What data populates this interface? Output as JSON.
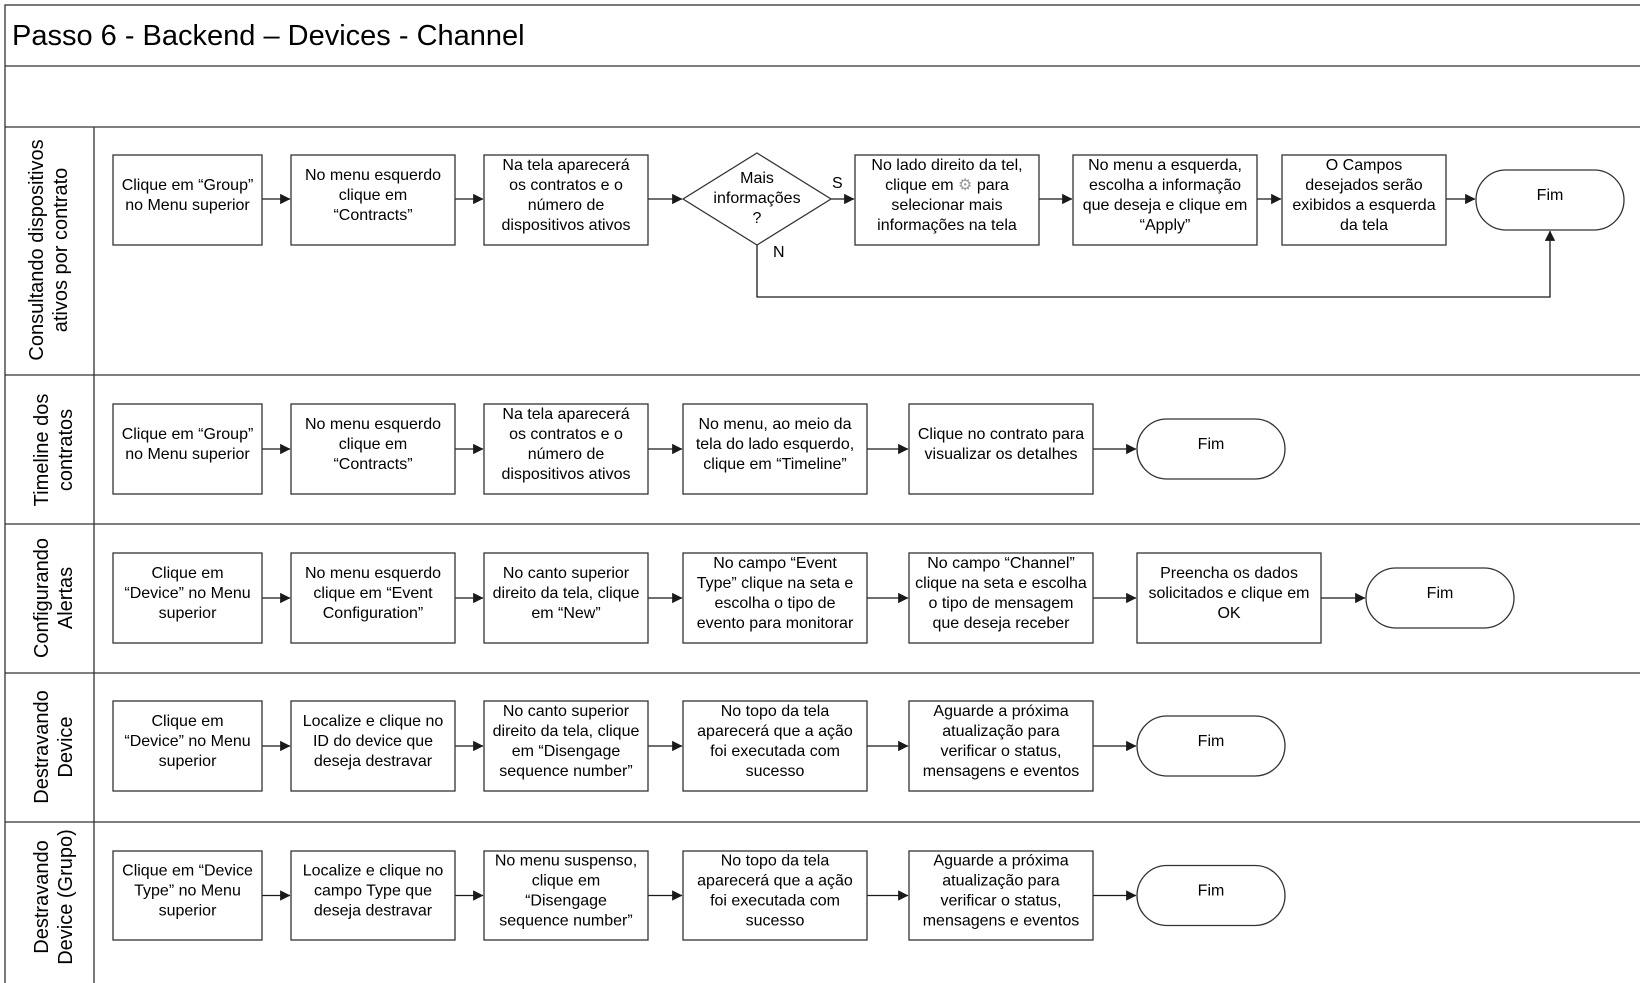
{
  "page": {
    "title": "Passo 6 - Backend – Devices - Channel"
  },
  "lanes": [
    {
      "label_lines": [
        "Consultando dispositivos",
        "ativos por contrato"
      ],
      "nodes": [
        {
          "lines": [
            "Clique em “Group”",
            "no Menu superior"
          ]
        },
        {
          "lines": [
            "No menu esquerdo",
            "clique em",
            "“Contracts”"
          ]
        },
        {
          "lines": [
            "Na tela aparecerá",
            "os contratos e o",
            "número de",
            "dispositivos ativos"
          ]
        },
        {
          "lines": [
            "Mais",
            "informações",
            "?"
          ]
        },
        {
          "lines": [
            "No lado direito da tel,",
            "clique em [gear] para",
            "selecionar mais",
            "informações na tela"
          ]
        },
        {
          "lines": [
            "No menu a esquerda,",
            "escolha a informação",
            "que deseja e clique em",
            "“Apply”"
          ]
        },
        {
          "lines": [
            "O Campos",
            "desejados serão",
            "exibidos a esquerda",
            "da tela"
          ]
        },
        {
          "lines": [
            "Fim"
          ]
        }
      ],
      "branches": {
        "yes": "S",
        "no": "N"
      }
    },
    {
      "label_lines": [
        "Timeline dos",
        "contratos"
      ],
      "nodes": [
        {
          "lines": [
            "Clique em “Group”",
            "no Menu superior"
          ]
        },
        {
          "lines": [
            "No menu esquerdo",
            "clique em",
            "“Contracts”"
          ]
        },
        {
          "lines": [
            "Na tela aparecerá",
            "os contratos e o",
            "número de",
            "dispositivos ativos"
          ]
        },
        {
          "lines": [
            "No menu, ao meio da",
            "tela do lado esquerdo,",
            "clique em “Timeline”"
          ]
        },
        {
          "lines": [
            "Clique no contrato para",
            "visualizar os detalhes"
          ]
        },
        {
          "lines": [
            "Fim"
          ]
        }
      ]
    },
    {
      "label_lines": [
        "Configurando",
        "Alertas"
      ],
      "nodes": [
        {
          "lines": [
            "Clique em",
            "“Device” no Menu",
            "superior"
          ]
        },
        {
          "lines": [
            "No menu esquerdo",
            "clique em “Event",
            "Configuration”"
          ]
        },
        {
          "lines": [
            "No canto superior",
            "direito da tela, clique",
            "em “New”"
          ]
        },
        {
          "lines": [
            "No campo “Event",
            "Type” clique na seta e",
            "escolha o tipo de",
            "evento para monitorar"
          ]
        },
        {
          "lines": [
            "No campo “Channel”",
            "clique na seta e escolha",
            "o tipo de mensagem",
            "que deseja receber"
          ]
        },
        {
          "lines": [
            "Preencha os dados",
            "solicitados e clique em",
            "OK"
          ]
        },
        {
          "lines": [
            "Fim"
          ]
        }
      ]
    },
    {
      "label_lines": [
        "Destravando",
        "Device"
      ],
      "nodes": [
        {
          "lines": [
            "Clique em",
            "“Device” no Menu",
            "superior"
          ]
        },
        {
          "lines": [
            "Localize e clique no",
            "ID do device que",
            "deseja destravar"
          ]
        },
        {
          "lines": [
            "No canto superior",
            "direito da tela, clique",
            "em “Disengage",
            "sequence number”"
          ]
        },
        {
          "lines": [
            "No topo da tela",
            "aparecerá  que a ação",
            "foi executada com",
            "sucesso"
          ]
        },
        {
          "lines": [
            "Aguarde a próxima",
            "atualização para",
            "verificar o status,",
            "mensagens e eventos"
          ]
        },
        {
          "lines": [
            "Fim"
          ]
        }
      ]
    },
    {
      "label_lines": [
        "Destravando",
        "Device (Grupo)"
      ],
      "nodes": [
        {
          "lines": [
            "Clique em “Device",
            "Type” no Menu",
            "superior"
          ]
        },
        {
          "lines": [
            "Localize e clique no",
            "campo Type  que",
            "deseja destravar"
          ]
        },
        {
          "lines": [
            "No menu suspenso,",
            "clique em",
            "“Disengage",
            "sequence number”"
          ]
        },
        {
          "lines": [
            "No topo da tela",
            "aparecerá  que a ação",
            "foi executada com",
            "sucesso"
          ]
        },
        {
          "lines": [
            "Aguarde a próxima",
            "atualização para",
            "verificar o status,",
            "mensagens e eventos"
          ]
        },
        {
          "lines": [
            "Fim"
          ]
        }
      ]
    }
  ]
}
